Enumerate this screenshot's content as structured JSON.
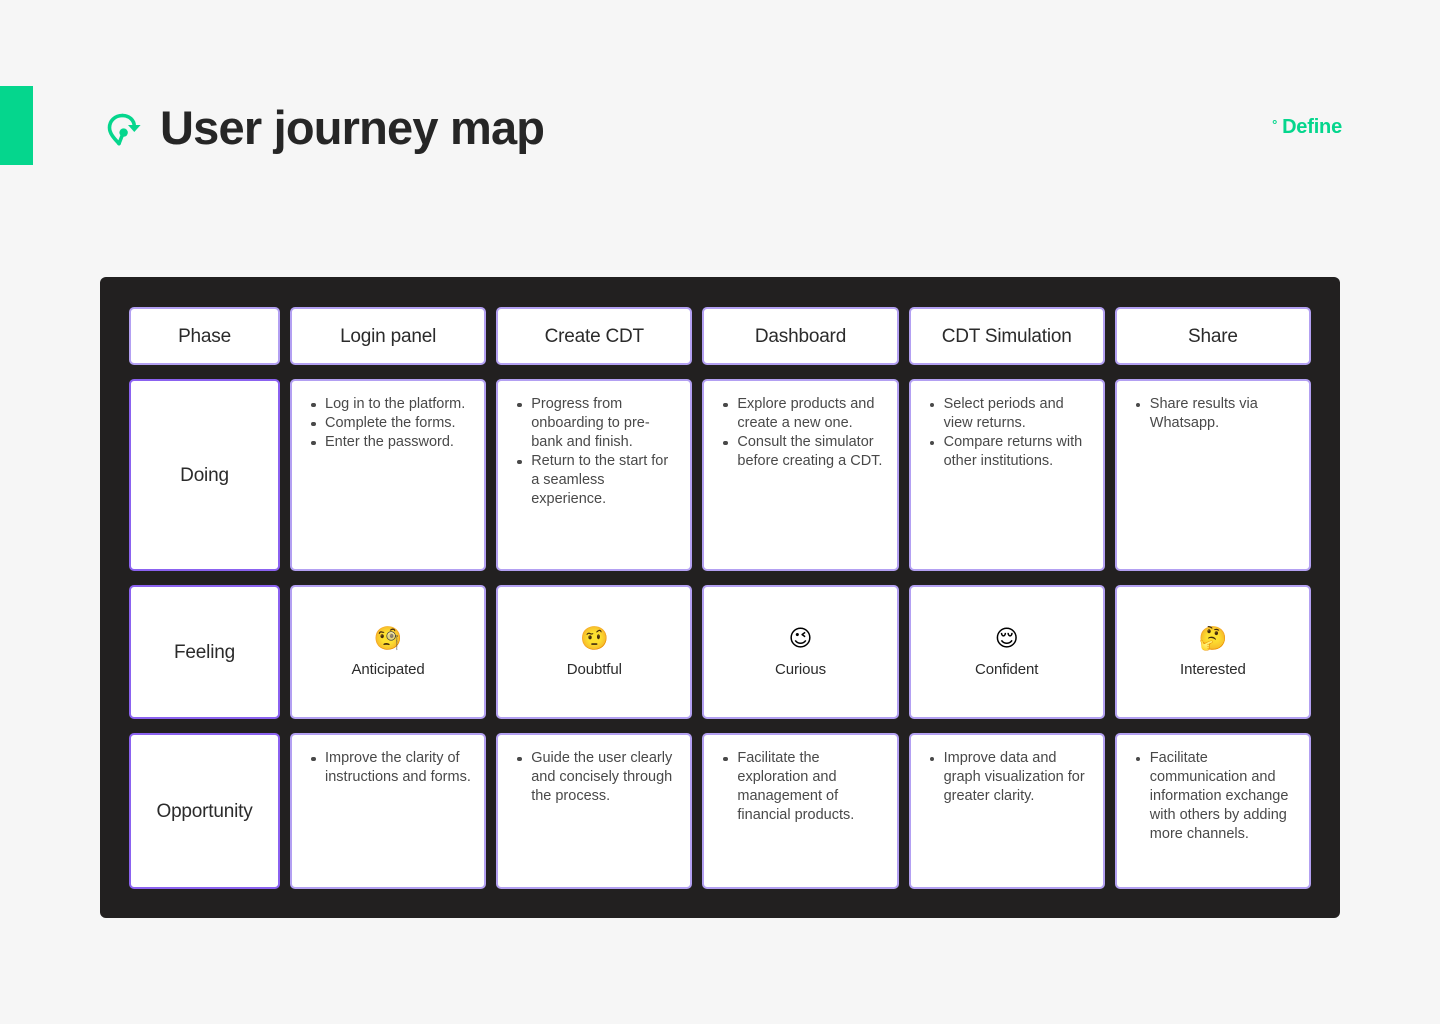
{
  "accent_color": "#05d68d",
  "board_color": "#222020",
  "card_border_color": "#b3a0f2",
  "rowlabel_border_color": "#8b62f0",
  "header": {
    "logo_icon": "journey-pin-arrow-icon",
    "title": "User journey map",
    "stage_degree": "°",
    "stage": "Define"
  },
  "board": {
    "columns": [
      "Phase",
      "Login panel",
      "Create CDT",
      "Dashboard",
      "CDT Simulation",
      "Share"
    ],
    "rows": [
      {
        "label": "Doing",
        "type": "bullets",
        "cells": [
          [
            "Log in to the platform.",
            "Complete the forms.",
            "Enter the password."
          ],
          [
            "Progress from onboarding to pre-bank and finish.",
            "Return to the start for a seamless experience."
          ],
          [
            "Explore products and create a new one.",
            "Consult the simulator before creating a CDT."
          ],
          [
            "Select periods and view returns.",
            "Compare returns with other institutions."
          ],
          [
            "Share results via Whatsapp."
          ]
        ]
      },
      {
        "label": "Feeling",
        "type": "feeling",
        "cells": [
          {
            "emoji": "🧐",
            "emoji_name": "face-with-monocle",
            "label": "Anticipated"
          },
          {
            "emoji": "🤨",
            "emoji_name": "face-with-raised-eyebrow",
            "label": "Doubtful"
          },
          {
            "emoji": "😉",
            "emoji_name": "winking-face",
            "label": "Curious"
          },
          {
            "emoji": "😌",
            "emoji_name": "relieved-face",
            "label": "Confident"
          },
          {
            "emoji": "🤔",
            "emoji_name": "thinking-face",
            "label": "Interested"
          }
        ]
      },
      {
        "label": "Opportunity",
        "type": "bullets",
        "cells": [
          [
            "Improve the clarity of instructions and forms."
          ],
          [
            "Guide the user clearly and concisely through the process."
          ],
          [
            "Facilitate the exploration and management of financial products."
          ],
          [
            "Improve data and graph visualization for greater clarity."
          ],
          [
            "Facilitate communication and information exchange with others by adding more channels."
          ]
        ]
      }
    ]
  }
}
